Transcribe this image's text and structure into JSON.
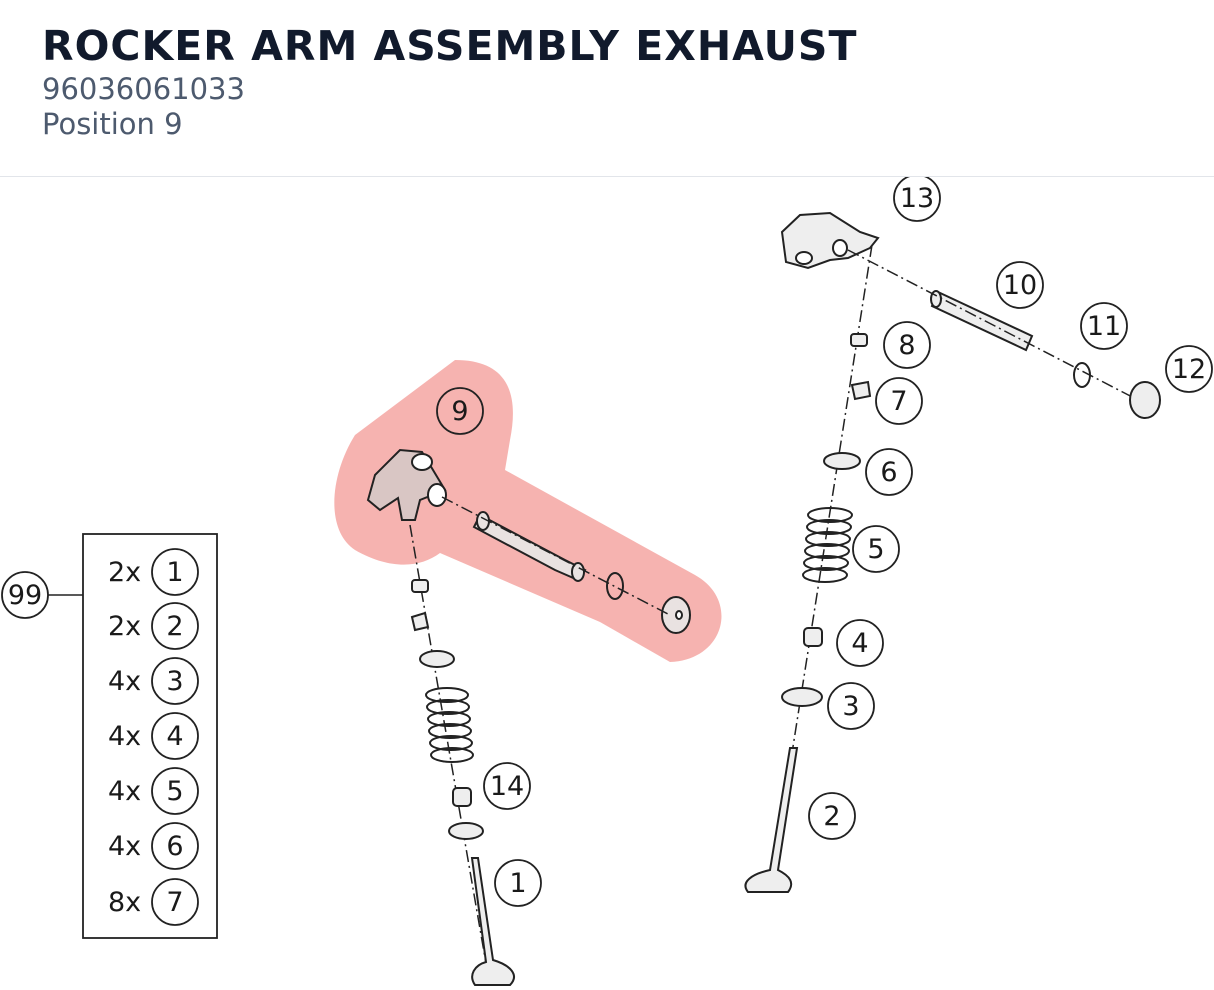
{
  "header": {
    "title": "ROCKER ARM ASSEMBLY EXHAUST",
    "part_number": "96036061033",
    "position": "Position 9"
  },
  "diagram": {
    "highlight_color": "#f4a09c",
    "callouts": {
      "c1": "1",
      "c2": "2",
      "c3": "3",
      "c4": "4",
      "c5": "5",
      "c6": "6",
      "c7": "7",
      "c8": "8",
      "c9": "9",
      "c10": "10",
      "c11": "11",
      "c12": "12",
      "c13": "13",
      "c14": "14",
      "c99": "99"
    },
    "kit": {
      "rows": [
        {
          "qty": "2x",
          "item": "1"
        },
        {
          "qty": "2x",
          "item": "2"
        },
        {
          "qty": "4x",
          "item": "3"
        },
        {
          "qty": "4x",
          "item": "4"
        },
        {
          "qty": "4x",
          "item": "5"
        },
        {
          "qty": "4x",
          "item": "6"
        },
        {
          "qty": "8x",
          "item": "7"
        }
      ]
    }
  }
}
